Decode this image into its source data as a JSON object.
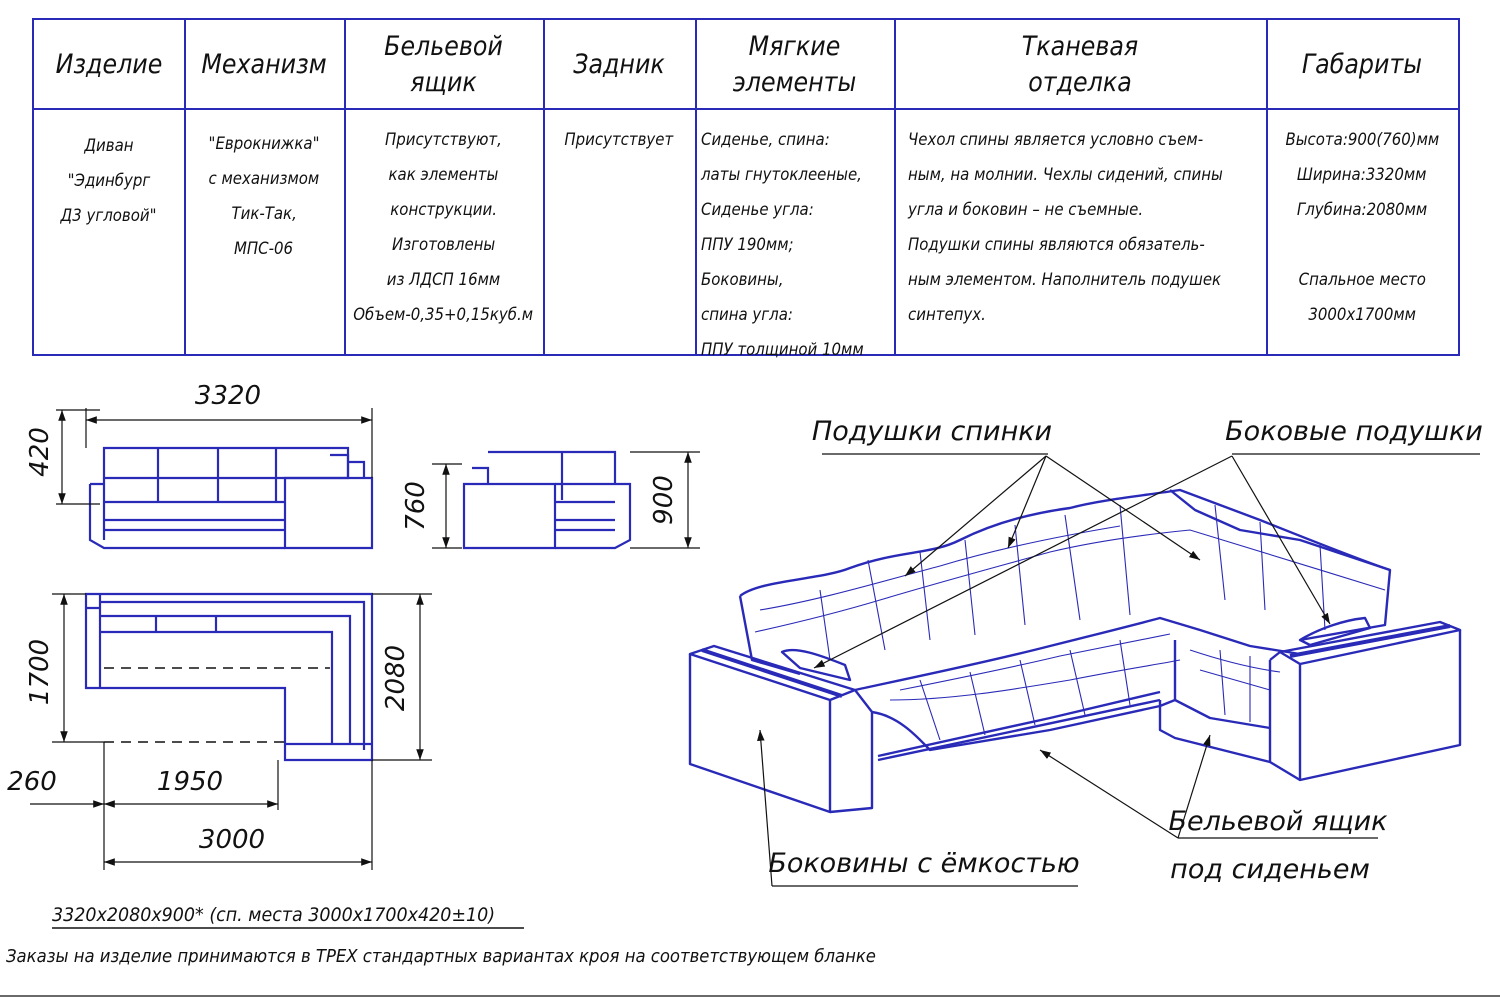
{
  "table": {
    "headers": [
      {
        "lines": [
          "Изделие"
        ]
      },
      {
        "lines": [
          "Механизм"
        ]
      },
      {
        "lines": [
          "Бельевой",
          "ящик"
        ]
      },
      {
        "lines": [
          "Задник"
        ]
      },
      {
        "lines": [
          "Мягкие",
          "элементы"
        ]
      },
      {
        "lines": [
          "Тканевая",
          "отделка"
        ]
      },
      {
        "lines": [
          "Габариты"
        ]
      }
    ],
    "rows": [
      {
        "lines": [
          "Диван",
          "\"Эдинбург",
          "Д3 угловой\""
        ]
      },
      {
        "lines": [
          "\"Еврокнижка\"",
          "с механизмом",
          "Тик-Так,",
          "МПС-06"
        ]
      },
      {
        "lines": [
          "Присутствуют,",
          "как элементы",
          "конструкции.",
          "Изготовлены",
          "из ЛДСП 16мм",
          "Объем-0,35+0,15куб.м"
        ]
      },
      {
        "lines": [
          "Присутствует"
        ]
      },
      {
        "lines": [
          "Сиденье, спина:",
          "латы гнутоклееные,",
          "Сиденье угла:",
          "ППУ 190мм;",
          "Боковины,",
          "спина угла:",
          "ППУ толщиной 10мм"
        ]
      },
      {
        "lines": [
          "Чехол спины является условно съем-",
          "ным, на молнии. Чехлы сидений, спины",
          "угла и боковин – не съемные.",
          "Подушки спины являются обязатель-",
          "ным элементом. Наполнитель подушек",
          "синтепух."
        ]
      },
      {
        "lines": [
          "Высота:900(760)мм",
          "Ширина:3320мм",
          "Глубина:2080мм",
          "",
          "Спальное место",
          "3000х1700мм"
        ]
      }
    ]
  },
  "dimensions": {
    "front_width": "3320",
    "back_height": "420",
    "side_seat_height": "760",
    "side_total_height": "900",
    "plan_sleep_depth": "1700",
    "plan_total_depth": "2080",
    "offset": "260",
    "inner_width": "1950",
    "sleep_width": "3000"
  },
  "callouts": {
    "back_cushions": "Подушки спинки",
    "side_cushions": "Боковые подушки",
    "storage_box_line1": "Бельевой ящик",
    "storage_box_line2": "под сиденьем",
    "armrests": "Боковины с ёмкостью"
  },
  "footer": {
    "summary": "3320х2080х900* (сп. места 3000х1700х420±10)",
    "note": "Заказы на изделие принимаются в ТРЕХ стандартных вариантах кроя на соответствующем бланке"
  },
  "colors": {
    "line": "#2a2ab8",
    "ink": "#111111"
  }
}
